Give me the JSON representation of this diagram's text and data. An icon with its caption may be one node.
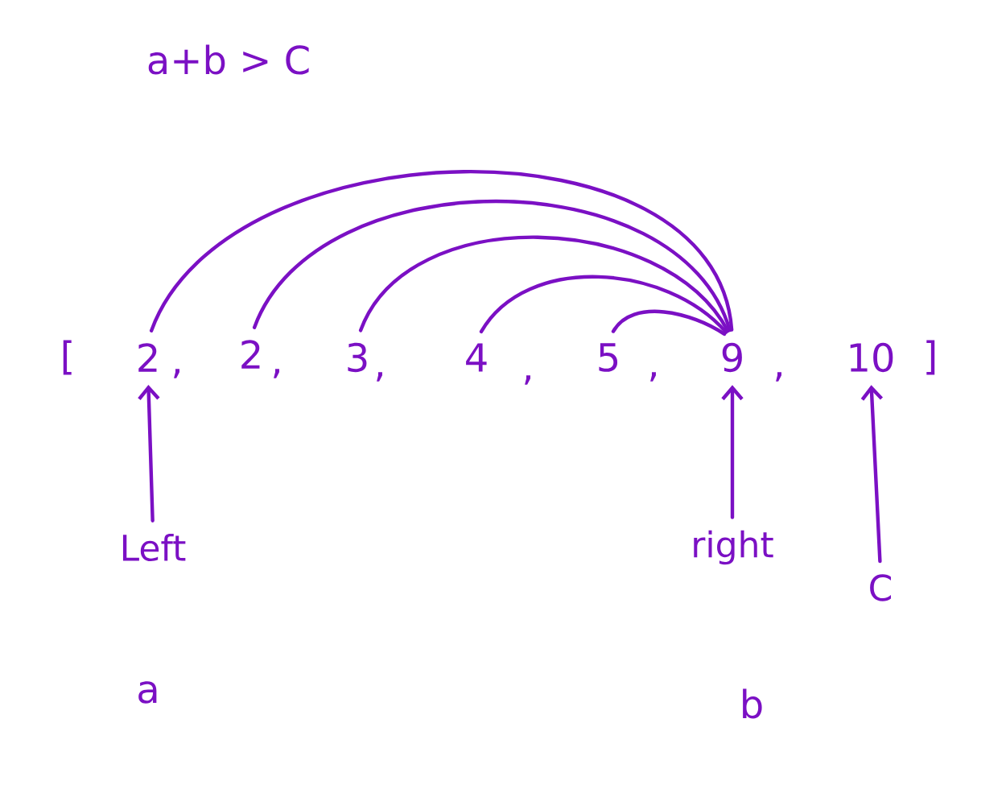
{
  "diagram": {
    "nodes": [
      {
        "text": [
          "2"
        ]
      },
      {
        "text": [
          "2"
        ]
      },
      {
        "text": [
          "3"
        ]
      },
      {
        "text": [
          "4"
        ]
      },
      {
        "text": [
          "5"
        ]
      },
      {
        "text": [
          "9"
        ]
      },
      {
        "text": [
          "10"
        ]
      },
      {
        "text": [
          "Left"
        ]
      },
      {
        "text": [
          "right"
        ]
      },
      {
        "text": [
          "C"
        ]
      }
    ],
    "edges": [
      {
        "from": 0,
        "to": 5,
        "arrow": "none"
      },
      {
        "from": 1,
        "to": 5,
        "arrow": "none"
      },
      {
        "from": 2,
        "to": 5,
        "arrow": "none"
      },
      {
        "from": 3,
        "to": 5,
        "arrow": "none"
      },
      {
        "from": 4,
        "to": 5,
        "arrow": "none"
      },
      {
        "from": 7,
        "to": 0,
        "arrow": "to"
      },
      {
        "from": 8,
        "to": 5,
        "arrow": "to"
      },
      {
        "from": 9,
        "to": 6,
        "arrow": "to"
      }
    ],
    "labels": [
      "a+b > C",
      "[",
      ",",
      ",",
      ",",
      ",",
      ",",
      ",",
      "]",
      "a",
      "b"
    ]
  }
}
